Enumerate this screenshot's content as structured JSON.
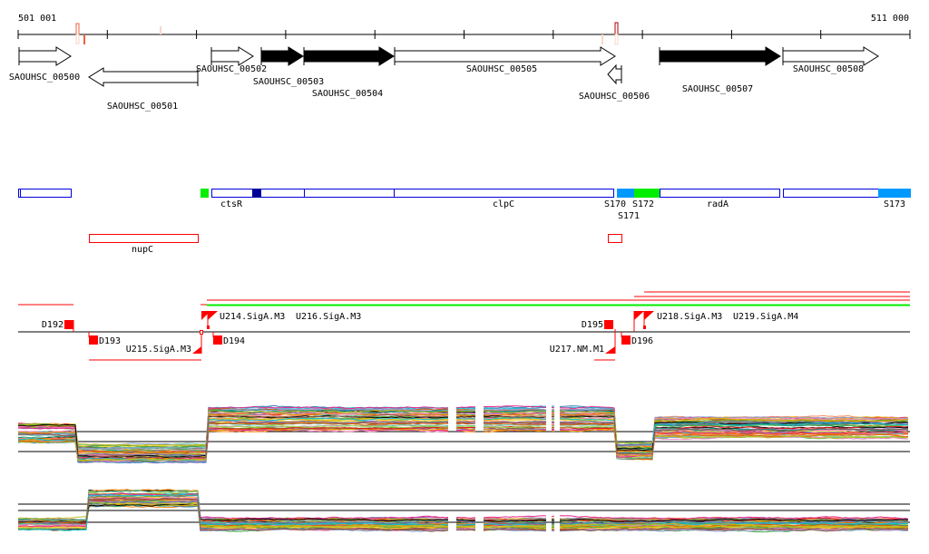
{
  "ruler": {
    "start_label": "501 001",
    "end_label": "511 000"
  },
  "genes": [
    {
      "id": "SAOUHSC_00500",
      "strand": "+",
      "filled": false
    },
    {
      "id": "SAOUHSC_00501",
      "strand": "-",
      "filled": false
    },
    {
      "id": "SAOUHSC_00502",
      "strand": "+",
      "filled": false
    },
    {
      "id": "SAOUHSC_00503",
      "strand": "+",
      "filled": true
    },
    {
      "id": "SAOUHSC_00504",
      "strand": "+",
      "filled": true
    },
    {
      "id": "SAOUHSC_00505",
      "strand": "+",
      "filled": false
    },
    {
      "id": "SAOUHSC_00506",
      "strand": "-",
      "filled": false
    },
    {
      "id": "SAOUHSC_00507",
      "strand": "+",
      "filled": true
    },
    {
      "id": "SAOUHSC_00508",
      "strand": "+",
      "filled": false
    }
  ],
  "features": {
    "ctsR": "ctsR",
    "clpC": "clpC",
    "s170": "S170",
    "s171": "S171",
    "s172": "S172",
    "radA": "radA",
    "s173": "S173",
    "nupC": "nupC"
  },
  "transcripts": {
    "d192": "D192",
    "d193": "D193",
    "d194": "D194",
    "d195": "D195",
    "d196": "D196",
    "u215": "U215.SigA.M3",
    "u214": "U214.SigA.M3",
    "u216": "U216.SigA.M3",
    "u217": "U217.NM.M1",
    "u218": "U218.SigA.M3",
    "u219": "U219.SigA.M4"
  },
  "colors": {
    "red": "#ff0000",
    "green": "#00ee00",
    "blue": "#0000dd",
    "lightblue": "#0099ff",
    "darkblue": "#000099"
  }
}
